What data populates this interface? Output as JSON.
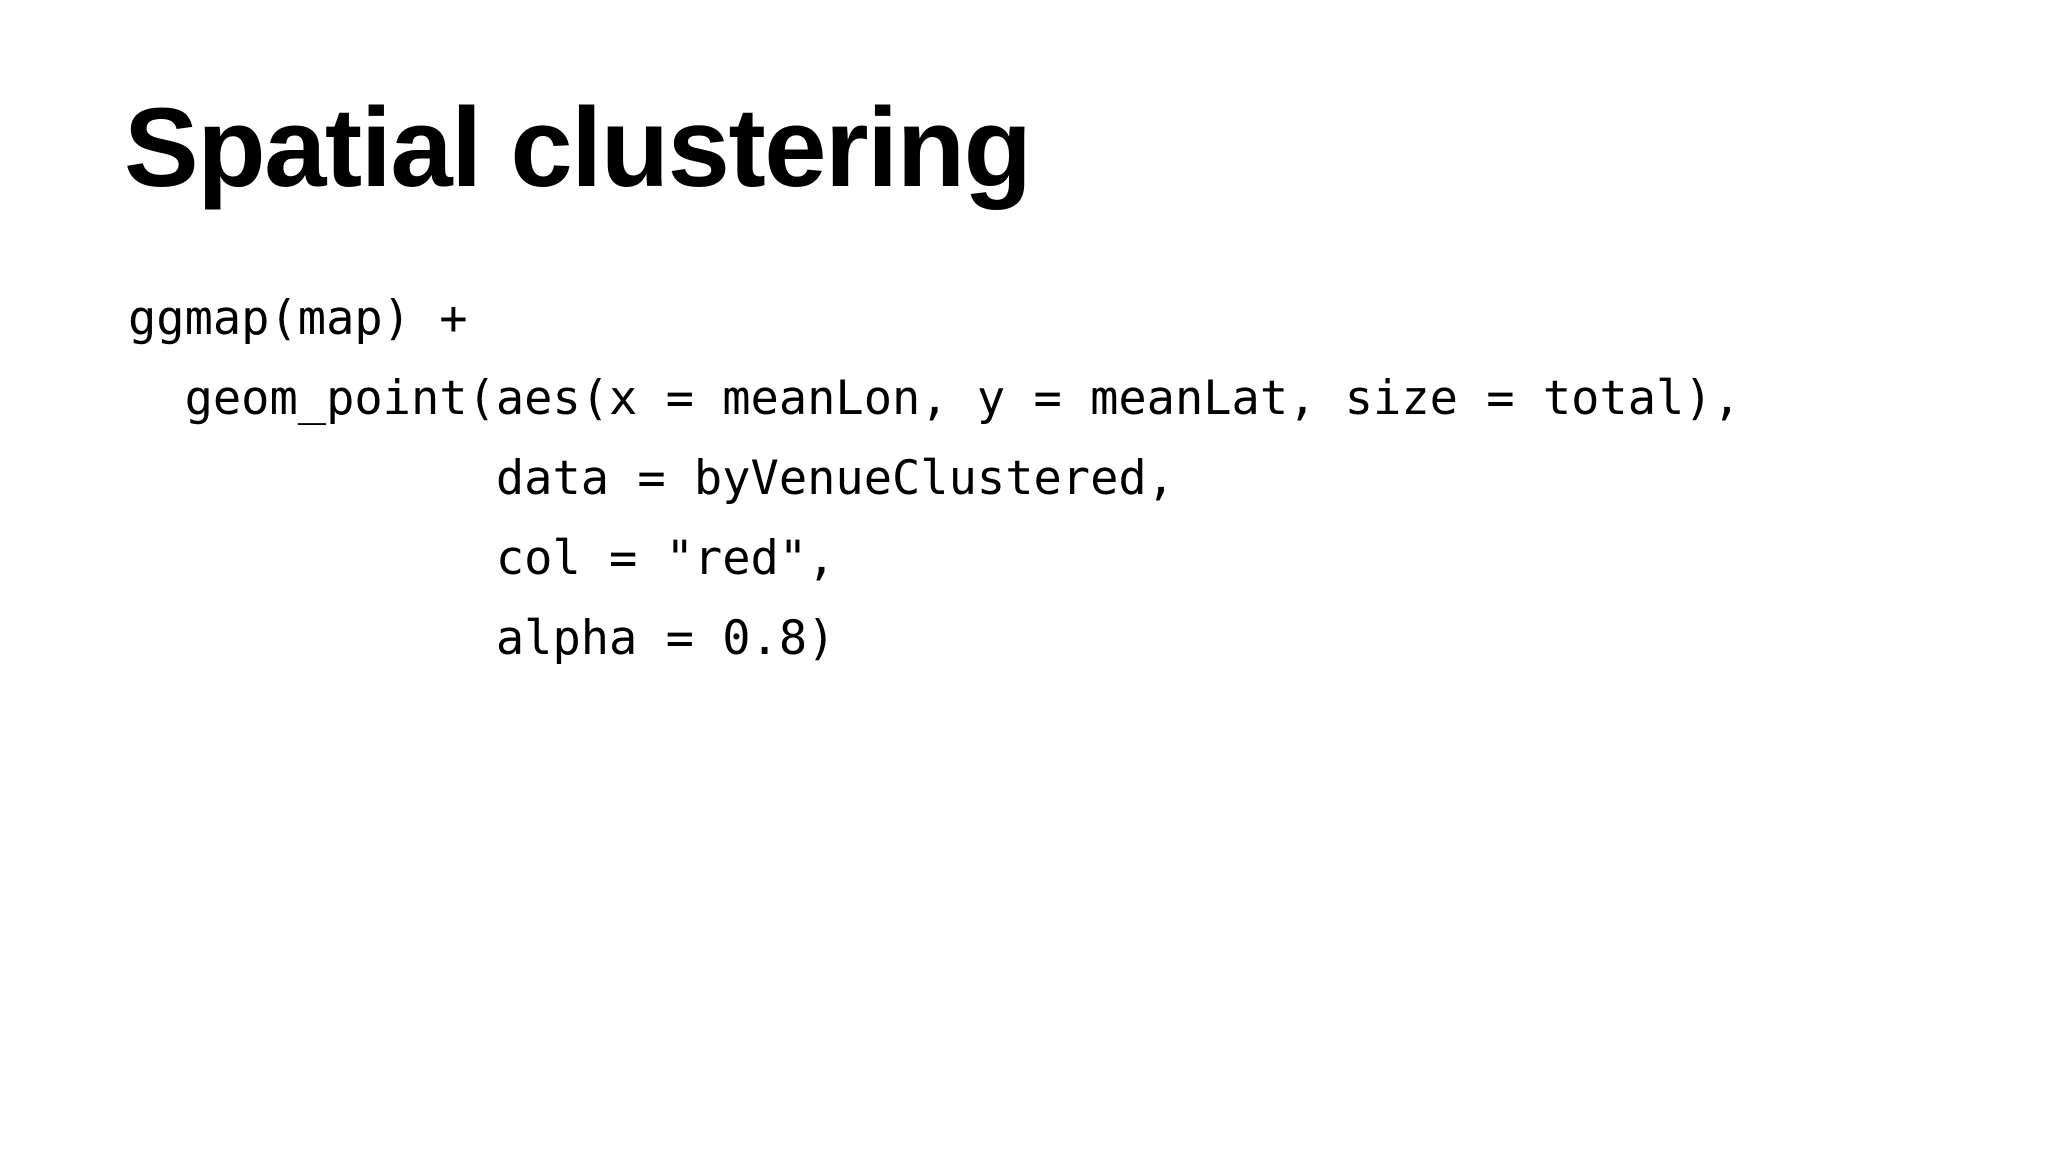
{
  "slide": {
    "background_color": "#ffffff",
    "text_color": "#000000",
    "title": "Spatial clustering",
    "code": {
      "language": "r",
      "lines": [
        "ggmap(map) +",
        "  geom_point(aes(x = meanLon, y = meanLat, size = total),",
        "             data = byVenueClustered,",
        "             col = \"red\",",
        "             alpha = 0.8)"
      ],
      "line_1": "ggmap(map) +",
      "line_2": "  geom_point(aes(x = meanLon, y = meanLat, size = total),",
      "line_3": "             data = byVenueClustered,",
      "line_4": "             col = \"red\",",
      "line_5": "             alpha = 0.8)"
    }
  }
}
